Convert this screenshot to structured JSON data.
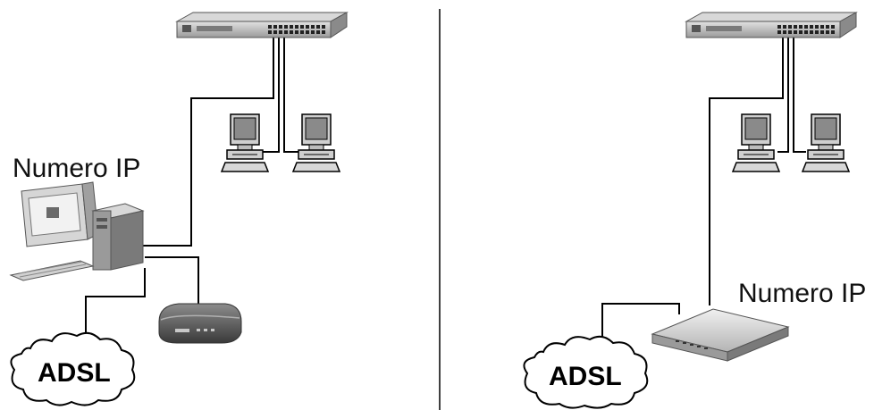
{
  "panels": [
    {
      "ip_label": "Numero IP",
      "cloud_label": "ADSL",
      "devices": [
        "switch-icon",
        "workstation-icon",
        "workstation-icon",
        "pc-tower-icon",
        "adsl-modem-icon",
        "cloud-icon"
      ]
    },
    {
      "ip_label": "Numero IP",
      "cloud_label": "ADSL",
      "devices": [
        "switch-icon",
        "workstation-icon",
        "workstation-icon",
        "adsl-router-icon",
        "cloud-icon"
      ]
    }
  ],
  "colors": {
    "line": "#000000",
    "device_body": "#c8c8c8",
    "device_dark": "#6a6a6a",
    "background": "#ffffff"
  }
}
